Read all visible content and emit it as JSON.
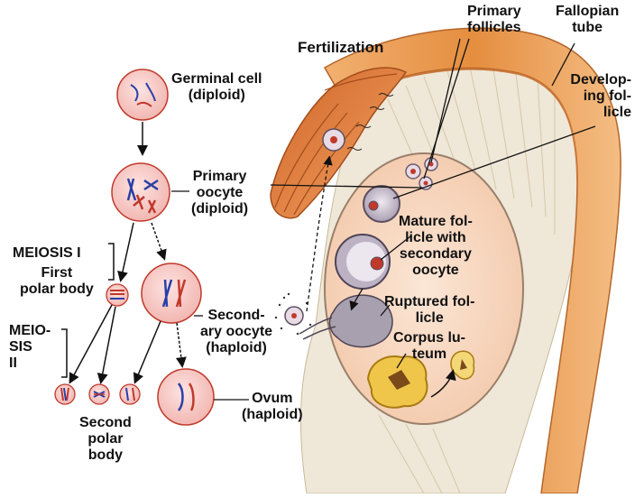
{
  "labels": {
    "fertilization": "Fertilization",
    "primary_follicles": [
      "Primary",
      "follicles"
    ],
    "fallopian_tube": [
      "Fallopian",
      "tube"
    ],
    "developing_follicle": [
      "Develop-",
      "ing fol-",
      "licle"
    ],
    "germinal_cell": [
      "Germinal cell",
      "(diploid)"
    ],
    "primary_oocyte": [
      "Primary",
      "oocyte",
      "(diploid)"
    ],
    "meiosis_1": "MEIOSIS I",
    "first_polar_body": [
      "First",
      "polar body"
    ],
    "meiosis_2": [
      "MEIO-",
      "SIS",
      "II"
    ],
    "mature_follicle": [
      "Mature fol-",
      "licle with",
      "secondary",
      "oocyte"
    ],
    "ruptured_follicle": [
      "Ruptured fol-",
      "licle"
    ],
    "corpus_luteum": [
      "Corpus lu-",
      "teum"
    ],
    "secondary_oocyte": [
      "Second-",
      "ary oocyte",
      "(haploid)"
    ],
    "ovum": [
      "Ovum",
      "(haploid)"
    ],
    "second_polar_body": [
      "Second",
      "polar",
      "body"
    ]
  },
  "colors": {
    "cell_fill": "#f6c9c6",
    "cell_stroke": "#c0392b",
    "chromosome_blue": "#2a3fa8",
    "chromosome_red": "#c0392b",
    "ovary_fill": "#f8d9c4",
    "tube_fill": "#e58e3f",
    "corpus_luteum": "#f0c64a"
  }
}
